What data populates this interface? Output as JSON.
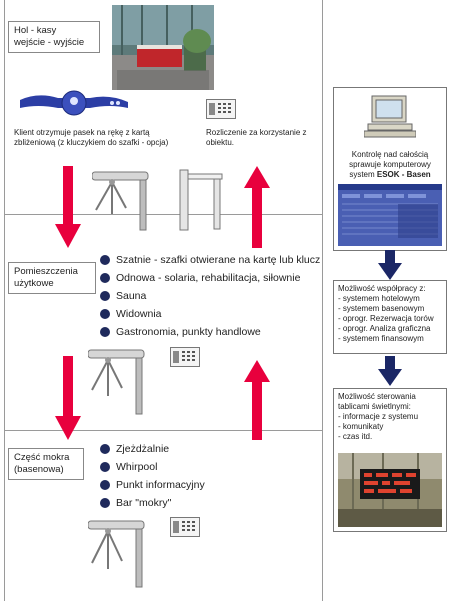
{
  "sections": {
    "hall": {
      "title_lines": [
        "Hol - kasy",
        "wejście - wyjście"
      ]
    },
    "rooms": {
      "title_lines": [
        "Pomieszczenia",
        "użytkowe"
      ],
      "items": [
        "Szatnie - szafki otwierane na kartę lub klucz",
        "Odnowa - solaria, rehabilitacja, siłownie",
        "Sauna",
        "Widownia",
        "Gastronomia, punkty handlowe"
      ]
    },
    "wet": {
      "title_lines": [
        "Część mokra",
        "(basenowa)"
      ],
      "items": [
        "Zjeżdżalnie",
        "Whirpool",
        "Punkt informacyjny",
        "Bar \"mokry\""
      ]
    }
  },
  "captions": {
    "wristband": [
      "Klient otrzymuje pasek na rękę z kartą",
      "zbliżeniową (z kluczykiem do szafki - opcja)"
    ],
    "settlement": [
      "Rozliczenie za korzystanie z",
      "obiektu."
    ]
  },
  "right_panel": {
    "control_lines": [
      "Kontrolę nad całością",
      "sprawuje komputerowy"
    ],
    "control_system_prefix": "system ",
    "control_system_name": "ESOK - Basen",
    "cooperation_title": "Możliwość współpracy z:",
    "cooperation_items": [
      "- systemem hotelowym",
      "- systemem basenowym",
      "- oprogr. Rezerwacja torów",
      "- oprogr. Analiza graficzna",
      "- systemem finansowym"
    ],
    "signage_title_lines": [
      "Możliwość sterowania",
      "tablicami świetlnymi:"
    ],
    "signage_items": [
      "- informacje z systemu",
      "- komunikaty",
      "- czas itd."
    ]
  },
  "colors": {
    "arrow_red": "#e8003d",
    "arrow_navy": "#1b2766",
    "bullet": "#1f2a5c"
  },
  "icons": [
    "lobby-photo",
    "wristband-icon",
    "card-reader-icon",
    "turnstile-icon",
    "barrier-gate-icon",
    "computer-icon",
    "software-screenshot",
    "led-display-photo"
  ]
}
